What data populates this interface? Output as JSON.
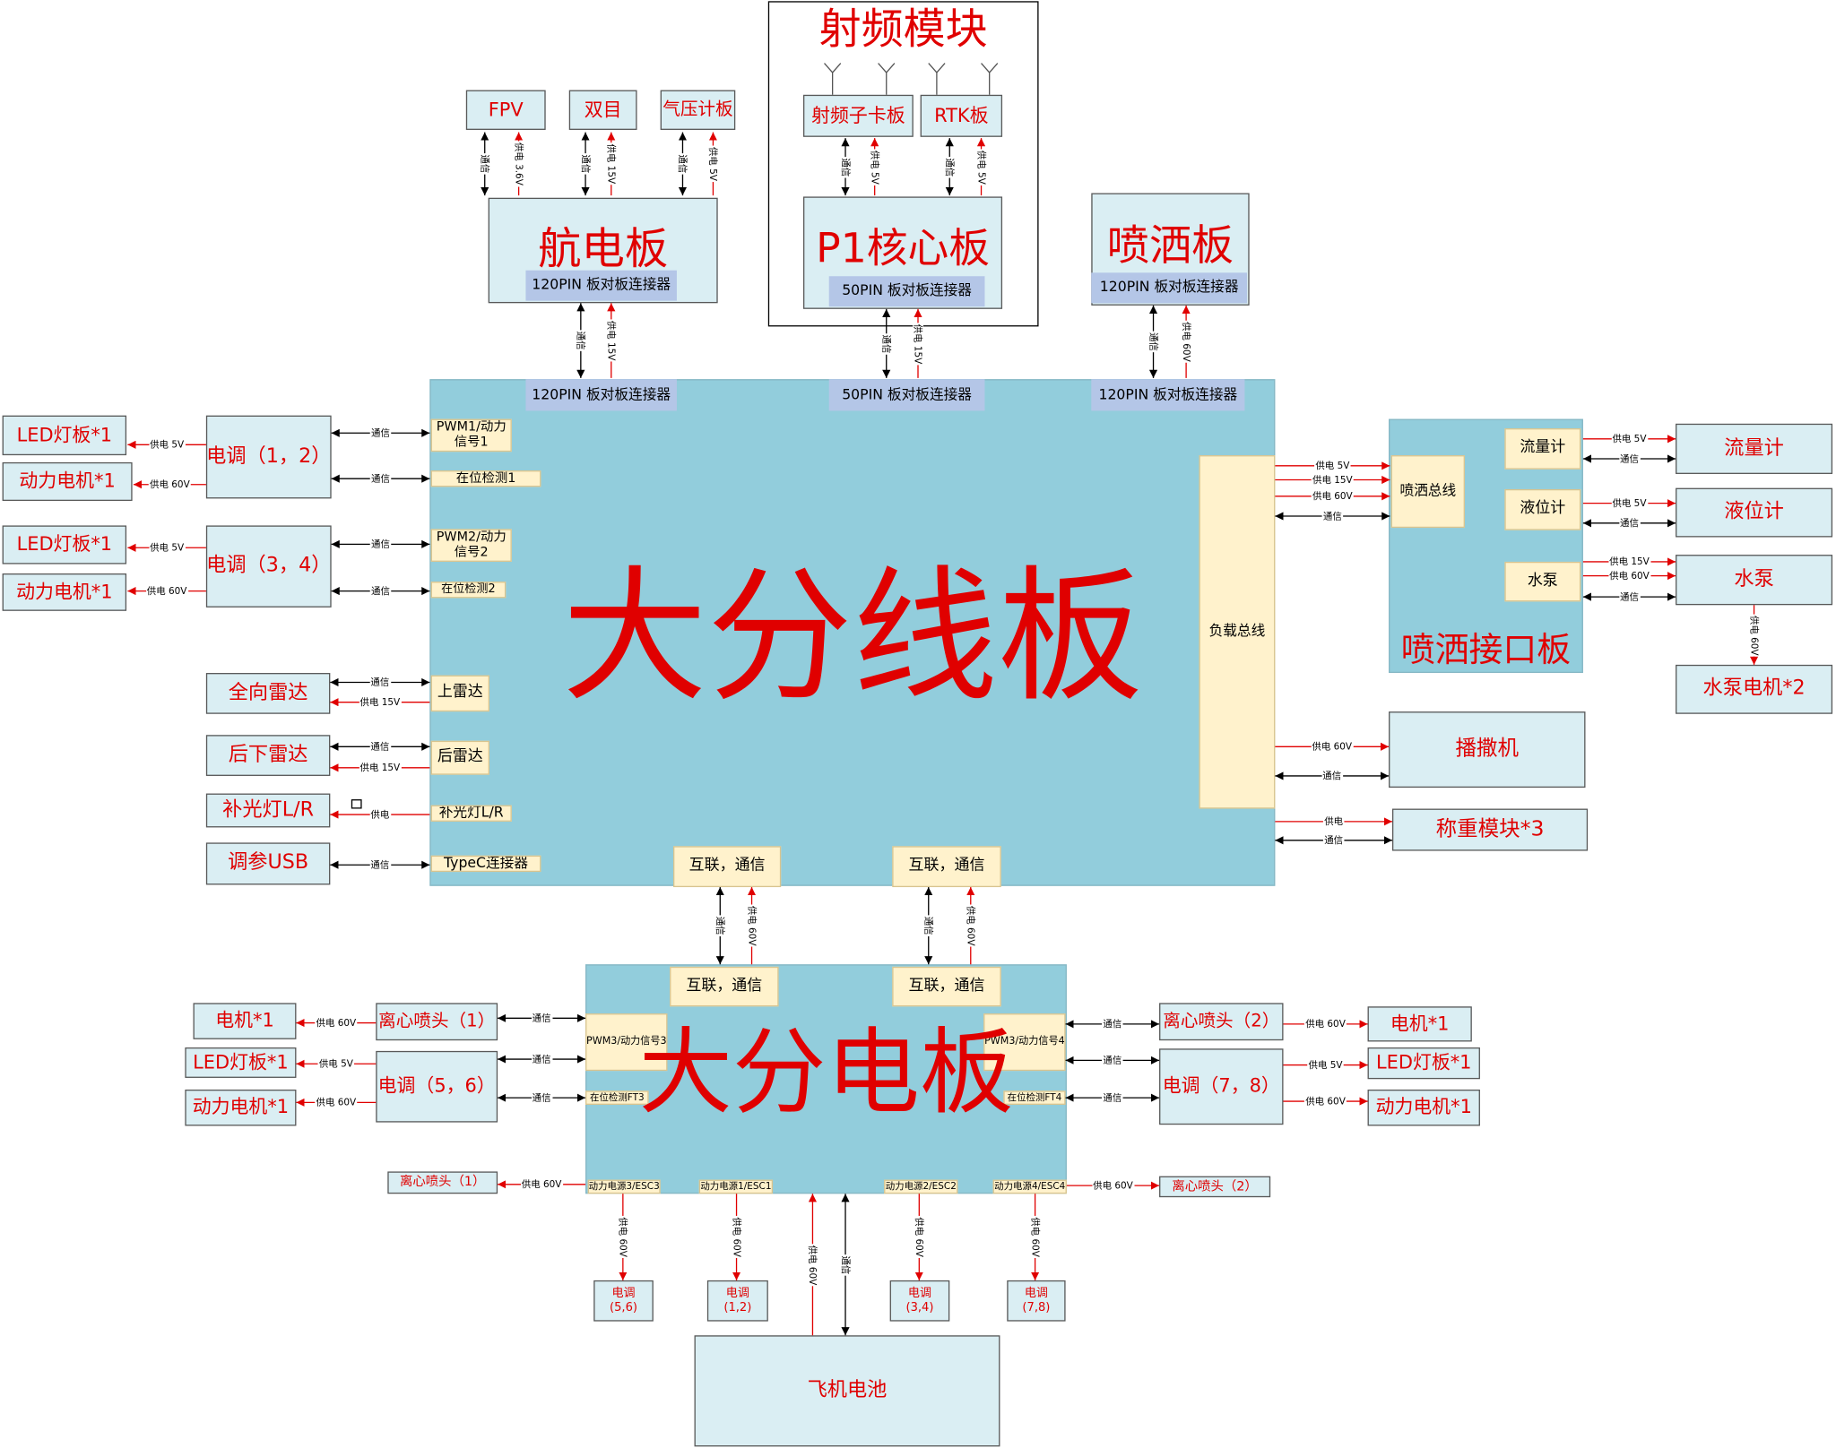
{
  "colors": {
    "peripheral_fill": "#daeef3",
    "board_fill": "#92cddc",
    "port_fill": "#fff2cc",
    "connector_fill": "#b4c6e7",
    "text_red": "#e00000",
    "power_line": "#e00000",
    "signal_line": "#000000"
  },
  "avionics": {
    "fpv": "FPV",
    "binocular": "双目",
    "barometer": "气压计板",
    "board_title": "航电板",
    "connector": "120PIN 板对板连接器"
  },
  "rf_module": {
    "title": "射频模块",
    "rf_subcard": "射频子卡板",
    "rtk": "RTK板",
    "core_title": "P1核心板",
    "core_connector": "50PIN 板对板连接器"
  },
  "spray_board": {
    "title": "喷洒板",
    "connector": "120PIN 板对板连接器"
  },
  "distribution_board": {
    "title": "大分线板",
    "connector_avionics": "120PIN 板对板连接器",
    "connector_core": "50PIN 板对板连接器",
    "connector_spray": "120PIN 板对板连接器",
    "pwm1": "PWM1/动力信号1",
    "presence1": "在位检测1",
    "pwm2": "PWM2/动力信号2",
    "presence2": "在位检测2",
    "top_radar": "上雷达",
    "rear_radar": "后雷达",
    "fill_light": "补光灯L/R",
    "typec": "TypeC连接器",
    "payload_bus": "负载总线",
    "interconnect_left": "互联，通信",
    "interconnect_right": "互联，通信"
  },
  "left_peripherals": {
    "esc12": "电调（1，2）",
    "led1": "LED灯板*1",
    "motor1": "动力电机*1",
    "esc34": "电调（3，4）",
    "led2": "LED灯板*1",
    "motor2": "动力电机*1",
    "omni_radar": "全向雷达",
    "rear_down_radar": "后下雷达",
    "fill_light": "补光灯L/R",
    "tuning_usb": "调参USB"
  },
  "spray_interface": {
    "title": "喷洒接口板",
    "spray_bus": "喷洒总线",
    "flowmeter_port": "流量计",
    "level_port": "液位计",
    "pump_port": "水泵",
    "flowmeter": "流量计",
    "level_gauge": "液位计",
    "pump": "水泵",
    "pump_motor": "水泵电机*2",
    "spreader": "播撒机",
    "weighing": "称重模块*3"
  },
  "power_board": {
    "title": "大分电板",
    "interconnect_left": "互联，通信",
    "interconnect_right": "互联，通信",
    "pwm3": "PWM3/动力信号3",
    "pwm4": "PWM3/动力信号4",
    "presence_ft3": "在位检测FT3",
    "presence_ft4": "在位检测FT4",
    "esc3_power": "动力电源3/ESC3",
    "esc1_power": "动力电源1/ESC1",
    "esc2_power": "动力电源2/ESC2",
    "esc4_power": "动力电源4/ESC4"
  },
  "power_peripherals": {
    "nozzle1": "离心喷头（1）",
    "motor_l": "电机*1",
    "esc56": "电调（5，6）",
    "led_l": "LED灯板*1",
    "dmotor_l": "动力电机*1",
    "nozzle1_small": "离心喷头（1）",
    "nozzle2": "离心喷头（2）",
    "motor_r": "电机*1",
    "esc78": "电调（7，8）",
    "led_r": "LED灯板*1",
    "dmotor_r": "动力电机*1",
    "nozzle2_small": "离心喷头（2）",
    "esc56_bottom": "电调\n(5,6)",
    "esc12_bottom": "电调\n(1,2)",
    "esc34_bottom": "电调\n(3,4)",
    "esc78_bottom": "电调\n(7,8)",
    "battery": "飞机电池"
  },
  "links": [
    "通信",
    "供电 3.6V",
    "通信",
    "供电 15V",
    "通信",
    "供电 5V",
    "通信",
    "供电 5V",
    "通信",
    "供电 5V",
    "通信",
    "供电 15V",
    "通信",
    "供电 15V",
    "通信",
    "供电 60V",
    "供电 5V",
    "供电 60V",
    "通信",
    "通信",
    "供电 5V",
    "供电 60V",
    "通信",
    "通信",
    "通信",
    "供电 15V",
    "通信",
    "供电 15V",
    "供电",
    "通信",
    "供电 5V",
    "供电 15V",
    "供电 60V",
    "通信",
    "供电 5V",
    "通信",
    "供电 5V",
    "通信",
    "供电 15V",
    "供电 60V",
    "通信",
    "供电 60V",
    "供电 60V",
    "通信",
    "供电",
    "通信",
    "通信",
    "供电 60V",
    "通信",
    "供电 60V",
    "供电 60V",
    "通信",
    "供电 5V",
    "供电 60V",
    "通信",
    "通信",
    "供电 60V",
    "通信",
    "供电 60V",
    "通信",
    "通信",
    "供电 5V",
    "供电 60V",
    "供电 60V",
    "供电 60V",
    "供电 60V",
    "供电 60V",
    "供电 60V",
    "供电 60V",
    "通信"
  ]
}
